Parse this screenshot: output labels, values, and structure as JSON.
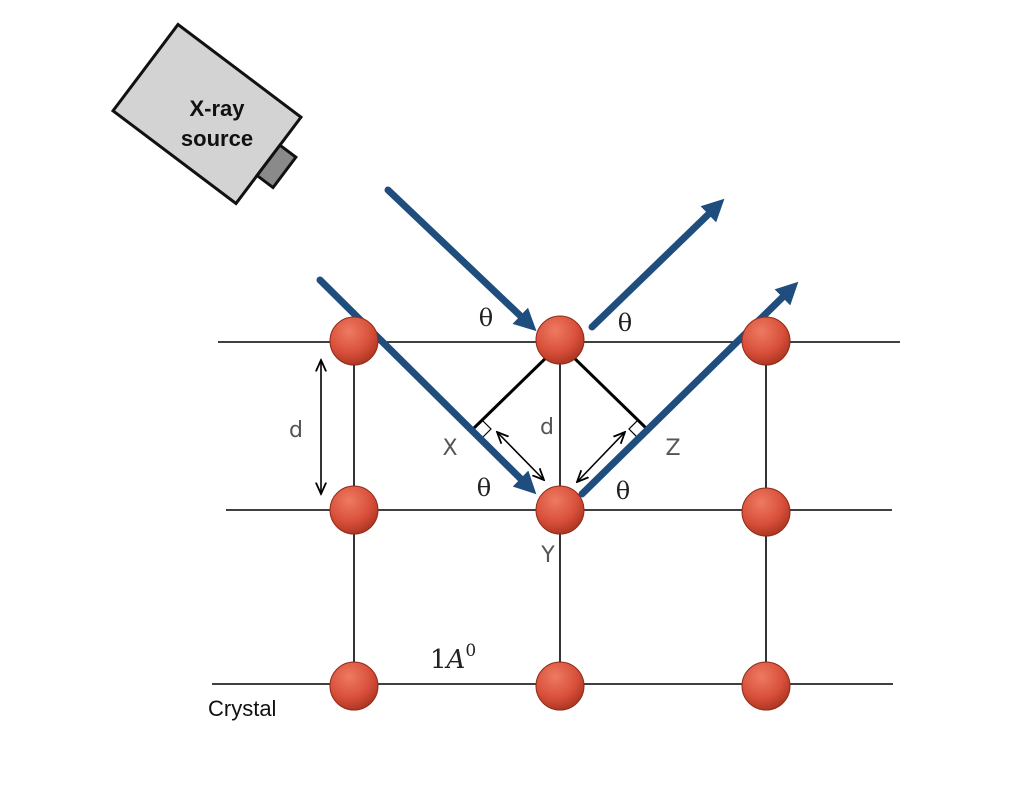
{
  "source": {
    "line1": "X-ray",
    "line2": "source"
  },
  "crystal_label": "Crystal",
  "spacing_labels": {
    "d_left": "d",
    "d_center": "d"
  },
  "points": {
    "x": "X",
    "y": "Y",
    "z": "Z"
  },
  "angle_symbol": "θ",
  "lattice_unit": {
    "value": "1",
    "symbol": "A",
    "superscript": "0"
  },
  "colors": {
    "beam": "#1f4e7e",
    "atom": "#d9503a",
    "atom_dark": "#a8321f",
    "source_body": "#d3d3d3",
    "line": "#000000"
  }
}
